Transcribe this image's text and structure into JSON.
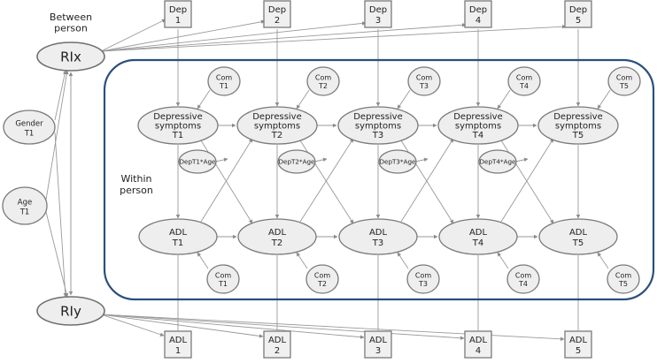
{
  "labels": {
    "between": [
      "Between",
      "person"
    ],
    "within": [
      "Within",
      "person"
    ]
  },
  "random_intercepts": {
    "rix": "RIx",
    "riy": "RIy"
  },
  "covariates": {
    "gender": [
      "Gender",
      "T1"
    ],
    "age": [
      "Age",
      "T1"
    ]
  },
  "dep_indicators": [
    [
      "Dep",
      "1"
    ],
    [
      "Dep",
      "2"
    ],
    [
      "Dep",
      "3"
    ],
    [
      "Dep",
      "4"
    ],
    [
      "Dep",
      "5"
    ]
  ],
  "adl_indicators": [
    [
      "ADL",
      "1"
    ],
    [
      "ADL",
      "2"
    ],
    [
      "ADL",
      "3"
    ],
    [
      "ADL",
      "4"
    ],
    [
      "ADL",
      "5"
    ]
  ],
  "depressive_nodes": [
    [
      "Depressive",
      "symptoms",
      "T1"
    ],
    [
      "Depressive",
      "symptoms",
      "T2"
    ],
    [
      "Depressive",
      "symptoms",
      "T3"
    ],
    [
      "Depressive",
      "symptoms",
      "T4"
    ],
    [
      "Depressive",
      "symptoms",
      "T5"
    ]
  ],
  "adl_nodes": [
    [
      "ADL",
      "T1"
    ],
    [
      "ADL",
      "T2"
    ],
    [
      "ADL",
      "T3"
    ],
    [
      "ADL",
      "T4"
    ],
    [
      "ADL",
      "T5"
    ]
  ],
  "com_top": [
    [
      "Com",
      "T1"
    ],
    [
      "Com",
      "T2"
    ],
    [
      "Com",
      "T3"
    ],
    [
      "Com",
      "T4"
    ],
    [
      "Com",
      "T5"
    ]
  ],
  "com_bottom": [
    [
      "Com",
      "T1"
    ],
    [
      "Com",
      "T2"
    ],
    [
      "Com",
      "T3"
    ],
    [
      "Com",
      "T4"
    ],
    [
      "Com",
      "T5"
    ]
  ],
  "interaction_terms": [
    "DepT1*Age",
    "DepT2*Age",
    "DepT3*Age",
    "DepT4*Age"
  ]
}
